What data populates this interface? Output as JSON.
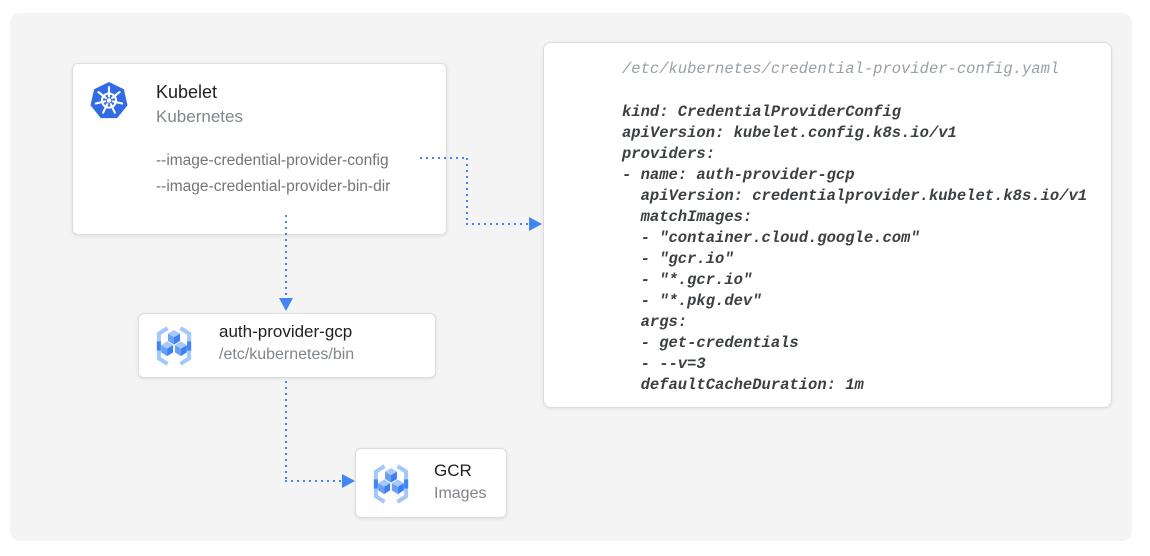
{
  "diagram": {
    "kubelet_card": {
      "title": "Kubelet",
      "subtitle": "Kubernetes",
      "flags": [
        "--image-credential-provider-config",
        "--image-credential-provider-bin-dir"
      ]
    },
    "provider_card": {
      "title": "auth-provider-gcp",
      "subtitle": "/etc/kubernetes/bin"
    },
    "gcr_card": {
      "title": "GCR",
      "subtitle": "Images"
    },
    "config_panel": {
      "filename": "/etc/kubernetes/credential-provider-config.yaml",
      "code_lines": [
        "kind: CredentialProviderConfig",
        "apiVersion: kubelet.config.k8s.io/v1",
        "providers:",
        "- name: auth-provider-gcp",
        "  apiVersion: credentialprovider.kubelet.k8s.io/v1",
        "  matchImages:",
        "  - \"container.cloud.google.com\"",
        "  - \"gcr.io\"",
        "  - \"*.gcr.io\"",
        "  - \"*.pkg.dev\"",
        "  args:",
        "  - get-credentials",
        "  - --v=3",
        "  defaultCacheDuration: 1m"
      ]
    },
    "icons": {
      "kubelet": "kubernetes-helm-icon",
      "provider": "container-registry-cubes-icon",
      "gcr": "container-registry-cubes-icon"
    },
    "colors": {
      "arrow_blue": "#4285F4",
      "kubernetes_blue": "#326CE5",
      "registry_light_blue": "#A5C8FA",
      "frame_background": "#F4F4F4",
      "code_text": "#3C4043",
      "muted_text": "#80868B"
    }
  }
}
